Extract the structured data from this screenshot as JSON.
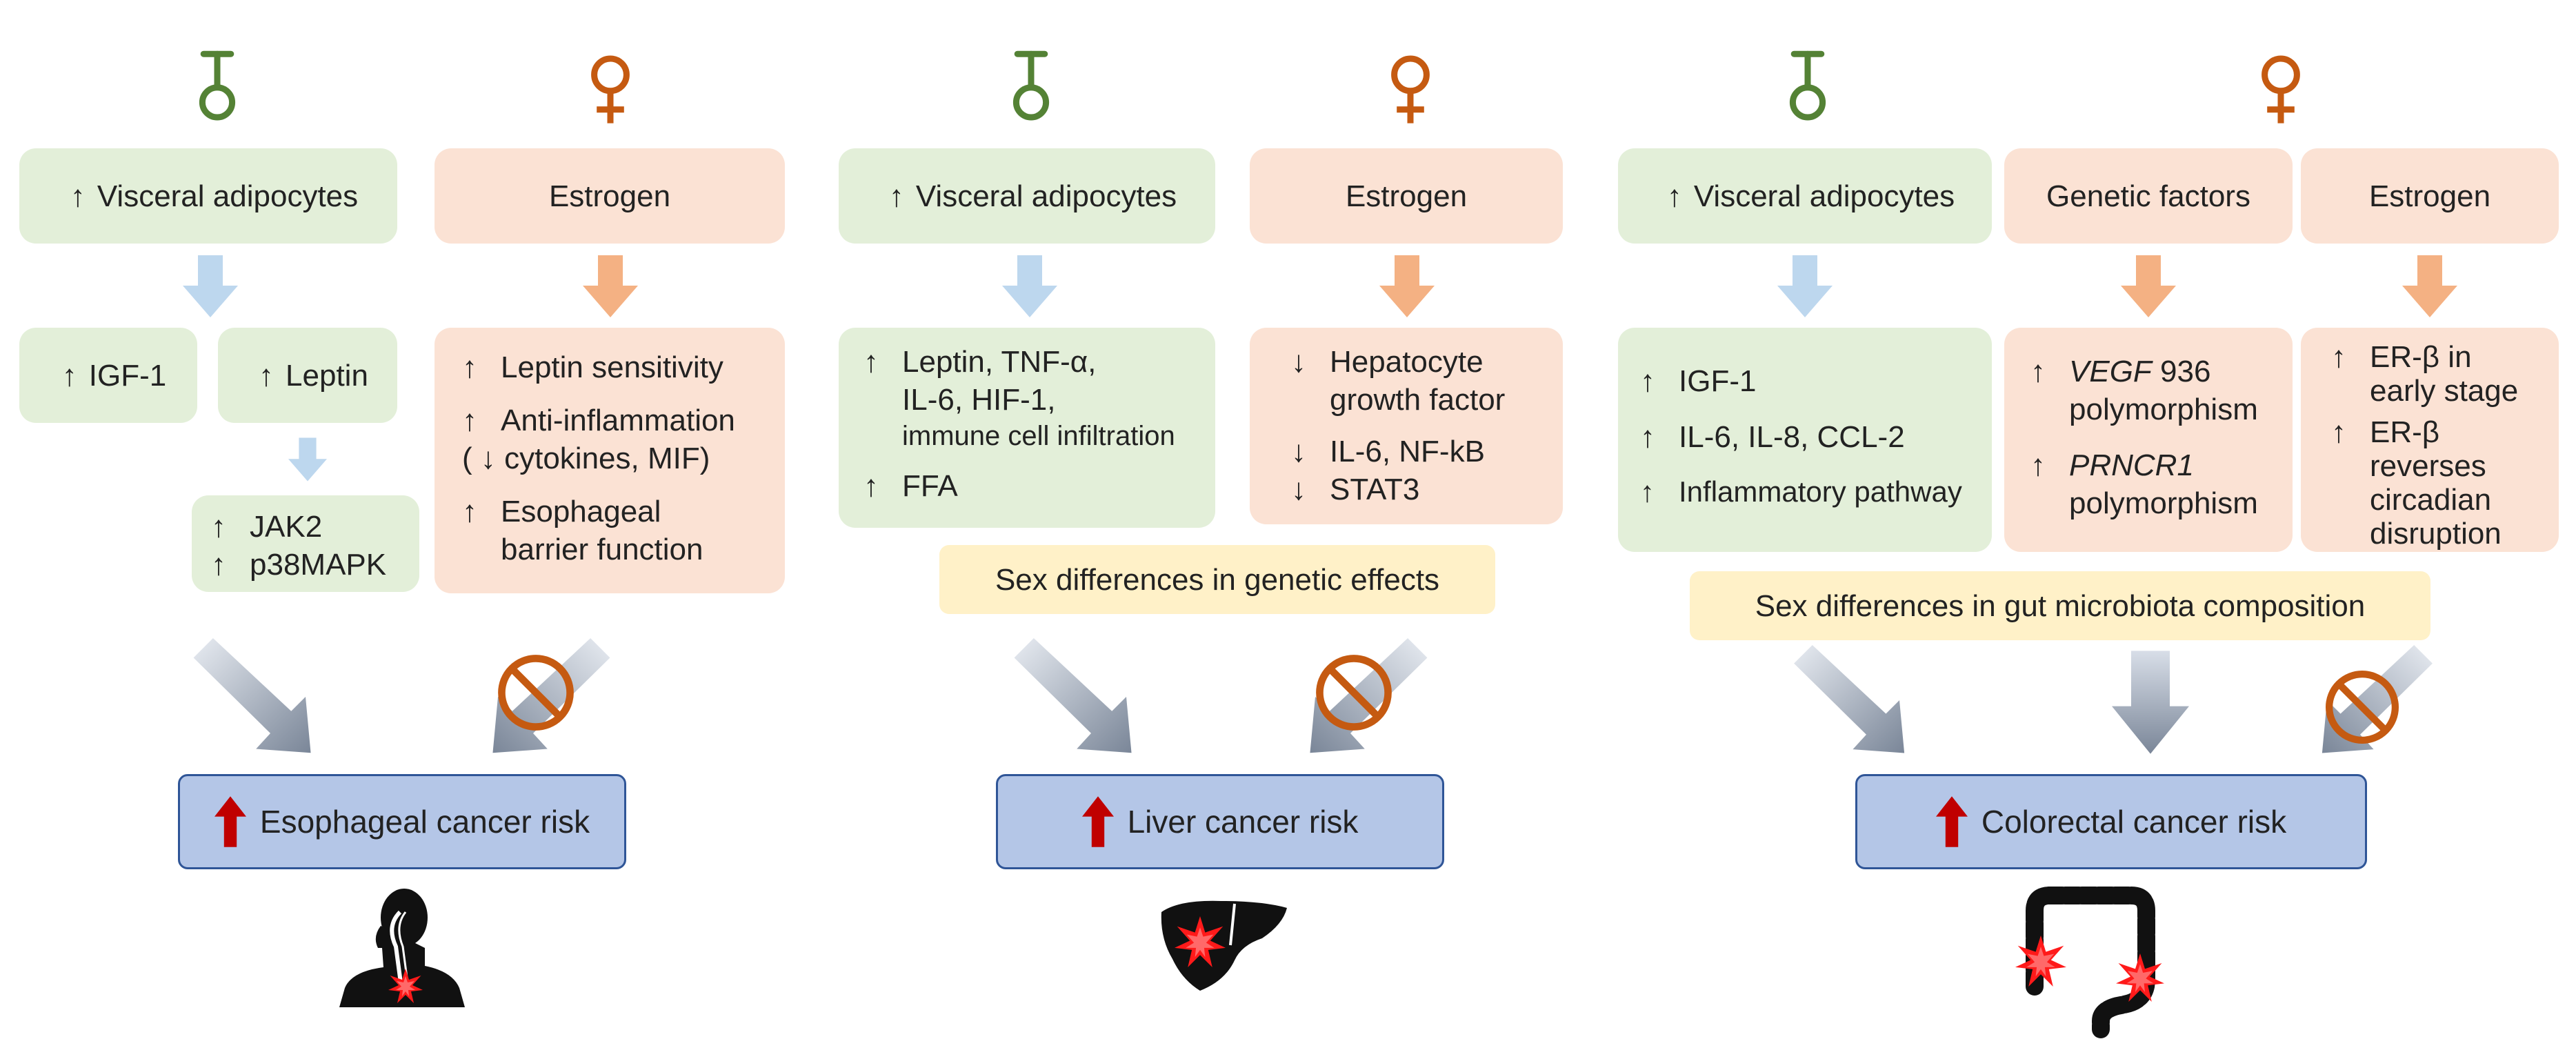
{
  "colors": {
    "male": "#548235",
    "female": "#c55a11",
    "green_box": "#e3efd9",
    "peach_box": "#fbe2d4",
    "yellow_box": "#fff1c8",
    "cancer_box": "#b4c6e7",
    "cancer_border": "#2f5597",
    "up_arrow": "#c00000",
    "blue_arrow": "#bdd7ee",
    "orange_arrow": "#f4b183"
  },
  "symbols": {
    "male": "♁",
    "female": "♀",
    "up": "↑",
    "down": "↓"
  },
  "esophageal": {
    "male_factor": "Visceral adipocytes",
    "female_factor": "Estrogen",
    "igf": "IGF-1",
    "leptin": "Leptin",
    "jak2": "JAK2",
    "p38": "p38MAPK",
    "estrogen_effects": {
      "l1": "Leptin sensitivity",
      "l2": "Anti-inflammation",
      "l3": "( ↓ cytokines, MIF)",
      "l4": "Esophageal",
      "l5": "barrier function"
    },
    "risk": "Esophageal cancer risk"
  },
  "liver": {
    "male_factor": "Visceral adipocytes",
    "female_factor": "Estrogen",
    "male_effects": {
      "l1": "Leptin, TNF-α,",
      "l2": "IL-6, HIF-1,",
      "l3": "immune cell infiltration",
      "l4": "FFA"
    },
    "female_effects": {
      "l1": "Hepatocyte",
      "l2": "growth factor",
      "l3": "IL-6, NF-kB",
      "l4": "STAT3"
    },
    "sex_diff": "Sex differences in genetic effects",
    "risk": "Liver cancer risk"
  },
  "colorectal": {
    "male_factor": "Visceral adipocytes",
    "genetic_factor": "Genetic factors",
    "estrogen_factor": "Estrogen",
    "male_effects": {
      "l1": "IGF-1",
      "l2": "IL-6, IL-8, CCL-2",
      "l3": "Inflammatory pathway"
    },
    "genetic_effects": {
      "vegf": "VEGF",
      "vegf_rest": " 936",
      "l2": "polymorphism",
      "prncr": "PRNCR1",
      "l4": "polymorphism"
    },
    "estrogen_effects": {
      "l1": "ER-β in",
      "l2": "early stage",
      "l3": "ER-β",
      "l4": "reverses",
      "l5": "circadian",
      "l6": "disruption"
    },
    "sex_diff": "Sex differences in gut microbiota composition",
    "risk": "Colorectal cancer risk"
  }
}
